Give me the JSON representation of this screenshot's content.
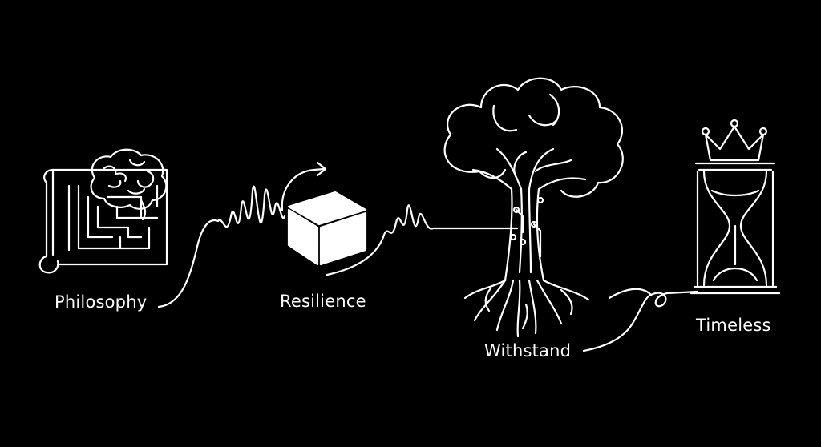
{
  "diagram": {
    "stages": [
      {
        "id": "philosophy",
        "label": "Philosophy",
        "icon": "brain-on-maze-blueprint-icon"
      },
      {
        "id": "resilience",
        "label": "Resilience",
        "icon": "rotating-cube-icon"
      },
      {
        "id": "withstand",
        "label": "Withstand",
        "icon": "circuit-tree-icon"
      },
      {
        "id": "timeless",
        "label": "Timeless",
        "icon": "crowned-hourglass-icon"
      }
    ],
    "colors": {
      "background": "#000000",
      "line": "#ffffff"
    }
  }
}
